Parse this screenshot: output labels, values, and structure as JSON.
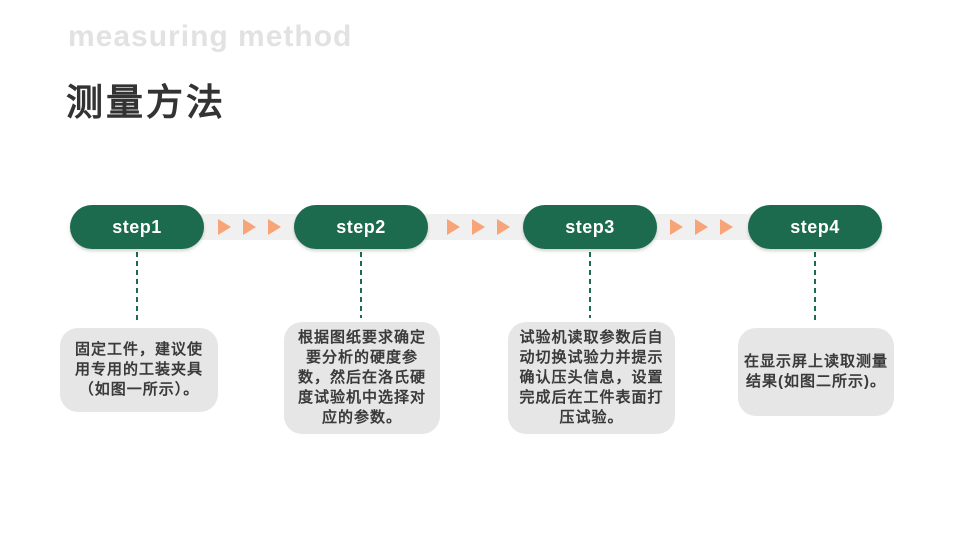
{
  "slide": {
    "title_en": "measuring method",
    "title_zh": "测量方法"
  },
  "colors": {
    "green": "#1C6B4E",
    "orange": "#F7A478",
    "track": "#F0F0F0",
    "box": "#E6E6E6",
    "title_light": "#E2E2E2",
    "text_title": "#333333",
    "text_dark": "#3A3A3A"
  },
  "steps": [
    {
      "label": "step1",
      "description": "固定工件，建议使\n用专用的工装夹具\n（如图一所示）。"
    },
    {
      "label": "step2",
      "description": "根据图纸要求确定\n要分析的硬度参\n数，然后在洛氏硬\n度试验机中选择对\n应的参数。"
    },
    {
      "label": "step3",
      "description": "试验机读取参数后自\n动切换试验力并提示\n确认压头信息，设置\n完成后在工件表面打\n压试验。"
    },
    {
      "label": "step4",
      "description": "在显示屏上读取测量\n结果(如图二所示)。"
    }
  ],
  "arrows": {
    "icon": "triangle-right-icon",
    "per_gap": 3
  }
}
